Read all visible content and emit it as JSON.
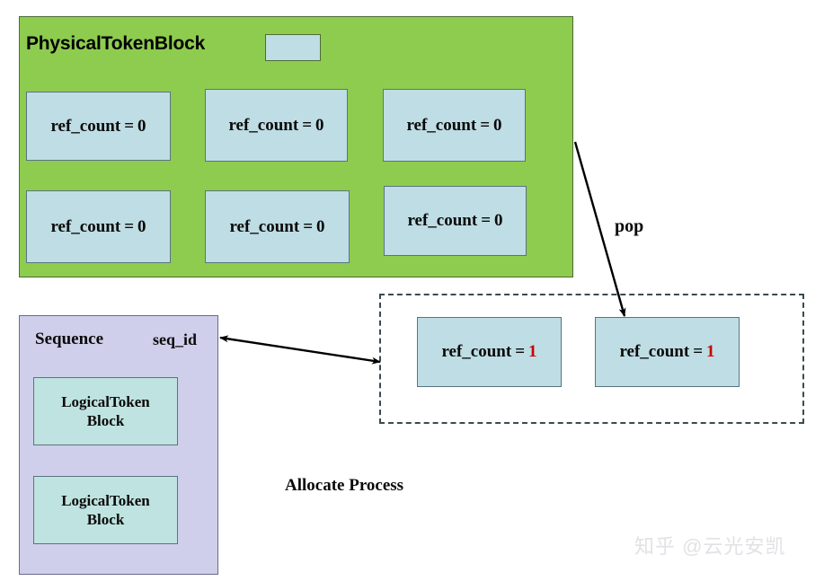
{
  "physical_block": {
    "title": "PhysicalTokenBlock",
    "swatch_name": "block-color-swatch",
    "panel_color": "#8ecc4f",
    "cell_color": "#bedde4",
    "cells": [
      {
        "label": "ref_count",
        "eq": "=",
        "value": "0"
      },
      {
        "label": "ref_count",
        "eq": "=",
        "value": "0"
      },
      {
        "label": "ref_count",
        "eq": "=",
        "value": "0"
      },
      {
        "label": "ref_count",
        "eq": "=",
        "value": "0"
      },
      {
        "label": "ref_count",
        "eq": "=",
        "value": "0"
      },
      {
        "label": "ref_count",
        "eq": "=",
        "value": "0"
      }
    ]
  },
  "allocated_group": {
    "border_style": "dashed",
    "cells": [
      {
        "label": "ref_count",
        "eq": "=",
        "value": "1",
        "value_color": "#cc0000"
      },
      {
        "label": "ref_count",
        "eq": "=",
        "value": "1",
        "value_color": "#cc0000"
      }
    ]
  },
  "sequence": {
    "title": "Sequence",
    "seq_id_label": "seq_id",
    "panel_color": "#cfcfeb",
    "blocks": [
      {
        "line1": "LogicalToken",
        "line2": "Block"
      },
      {
        "line1": "LogicalToken",
        "line2": "Block"
      }
    ]
  },
  "annotations": {
    "pop": "pop",
    "process": "Allocate Process"
  },
  "watermark": {
    "text": "知乎 @云光安凯"
  }
}
